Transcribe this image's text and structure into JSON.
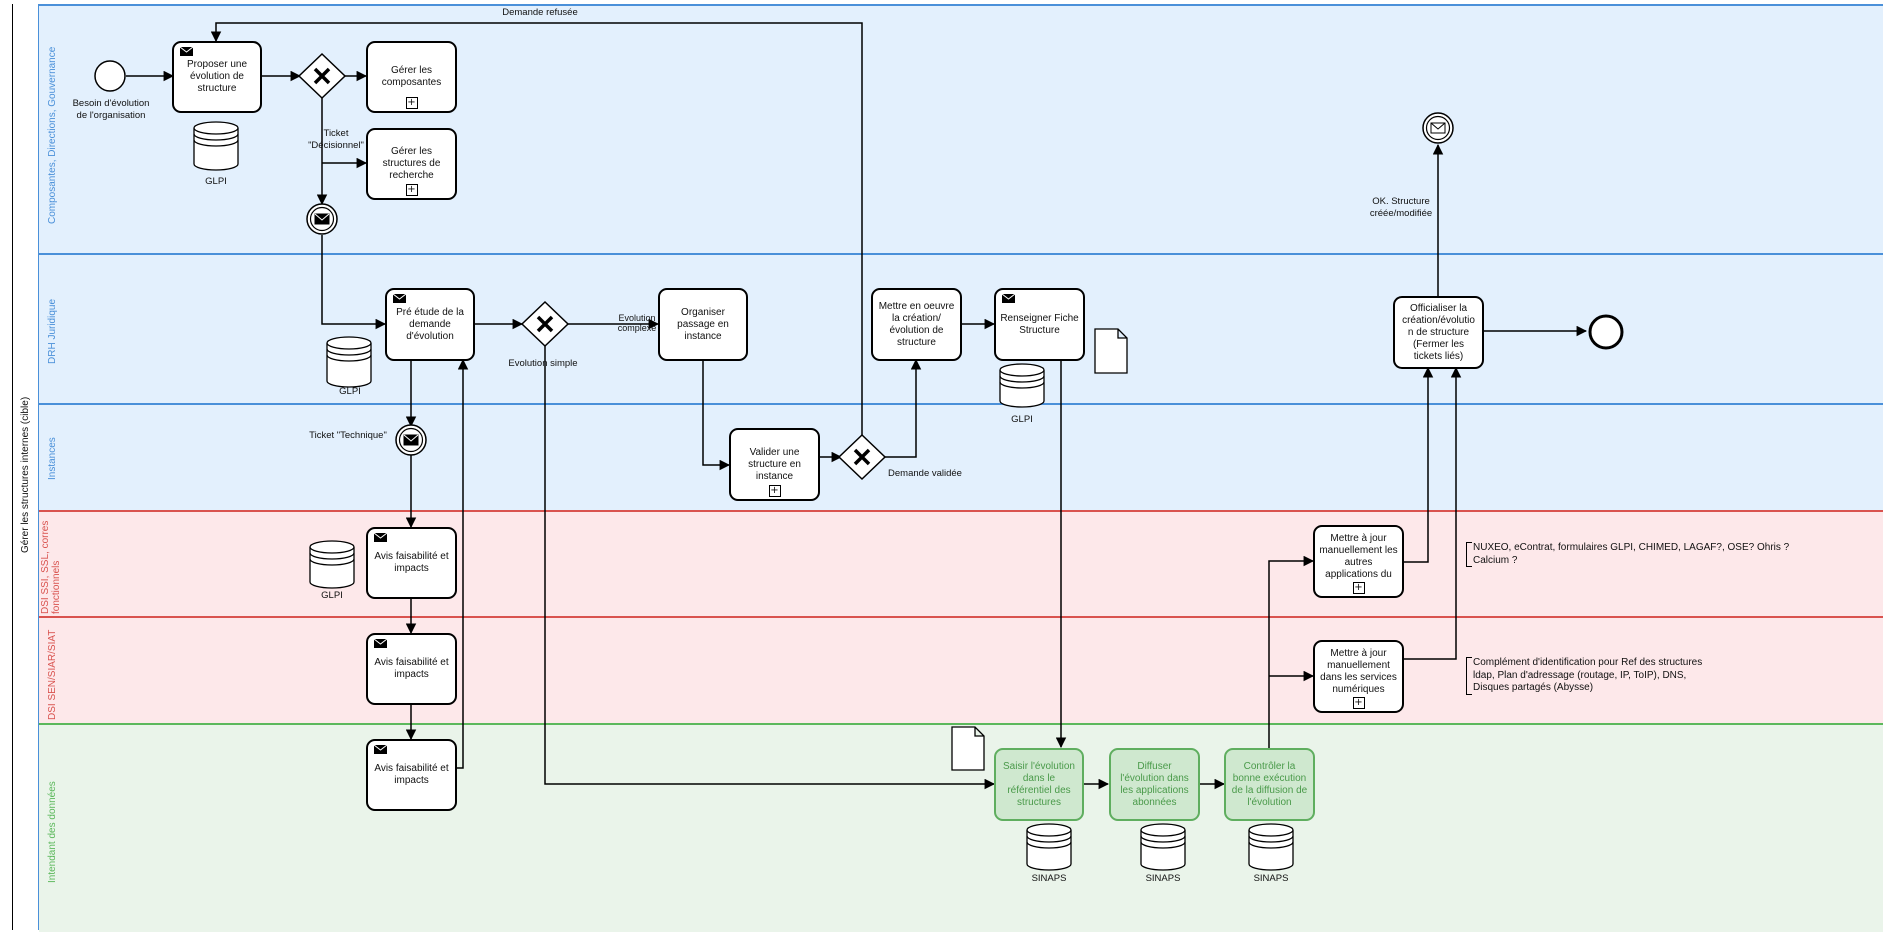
{
  "pool": {
    "title": "Gérer les structures internes (cible)"
  },
  "lanes": [
    {
      "id": "gov",
      "title": "Composantes, Directions, Gouvernance",
      "color": "#4a90d9",
      "bg": "#e3f0fd"
    },
    {
      "id": "drh",
      "title": "DRH Juridique",
      "color": "#4a90d9",
      "bg": "#e3f0fd"
    },
    {
      "id": "inst",
      "title": "Instances",
      "color": "#4a90d9",
      "bg": "#e3f0fd"
    },
    {
      "id": "dsi1",
      "title": "DSI SSI, SSL, corres fonctionnels",
      "color": "#d9534f",
      "bg": "#fde8ea"
    },
    {
      "id": "dsi2",
      "title": "DSI SEN/SIAR/SIAT",
      "color": "#d9534f",
      "bg": "#fde8ea"
    },
    {
      "id": "data",
      "title": "Intendant des données",
      "color": "#5cb85c",
      "bg": "#eaf4ea"
    }
  ],
  "tasks": {
    "proposer": "Proposer une évolution de structure",
    "gerer_composantes": "Gérer les composantes",
    "gerer_structures": "Gérer les structures de recherche",
    "pre_etude": "Pré étude de la demande d'évolution",
    "organiser": "Organiser passage en instance",
    "mettre_oeuvre": "Mettre en oeuvre la création/ évolution de structure",
    "renseigner": "Renseigner Fiche Structure",
    "valider": "Valider une structure en instance",
    "officialiser": "Officialiser la création/évolutio n de structure (Fermer les tickets liés)",
    "avis1": "Avis faisabilité et impacts",
    "avis2": "Avis faisabilité et impacts",
    "avis3": "Avis faisabilité et impacts",
    "maj_autres": "Mettre à jour manuellement les autres applications du",
    "maj_services": "Mettre à jour manuellement dans les services numériques",
    "saisir": "Saisir l'évolution dans le référentiel des structures",
    "diffuser": "Diffuser l'évolution dans les applications abonnées",
    "controler": "Contrôler la bonne exécution de la diffusion de l'évolution"
  },
  "labels": {
    "demande_refusee": "Demande refusée",
    "besoin": "Besoin d'évolution de l'organisation",
    "ticket_decisionnel": "Ticket \"Décisionnel\"",
    "evolution_complexe": "Evolution complexe",
    "evolution_simple": "Evolution simple",
    "ticket_technique": "Ticket \"Technique\"",
    "demande_validee": "Demande validée",
    "ok_structure": "OK. Structure créée/modifiée"
  },
  "datastores": {
    "glpi1": "GLPI",
    "glpi2": "GLPI",
    "glpi3": "GLPI",
    "glpi4": "GLPI",
    "sinaps1": "SINAPS",
    "sinaps2": "SINAPS",
    "sinaps3": "SINAPS"
  },
  "notes": {
    "note1": "NUXEO, eContrat, formulaires GLPI, CHIMED, LAGAF?, OSE? Ohris ? Calcium ?",
    "note2": "Complément d'identification pour Ref des structures ldap, Plan d'adressage (routage, IP, ToIP), DNS, Disques partagés (Abysse)"
  },
  "colors": {
    "line": "#000000",
    "gov_blue": "#4a90d9",
    "dsi_red": "#d9534f",
    "data_green": "#5cb85c"
  }
}
